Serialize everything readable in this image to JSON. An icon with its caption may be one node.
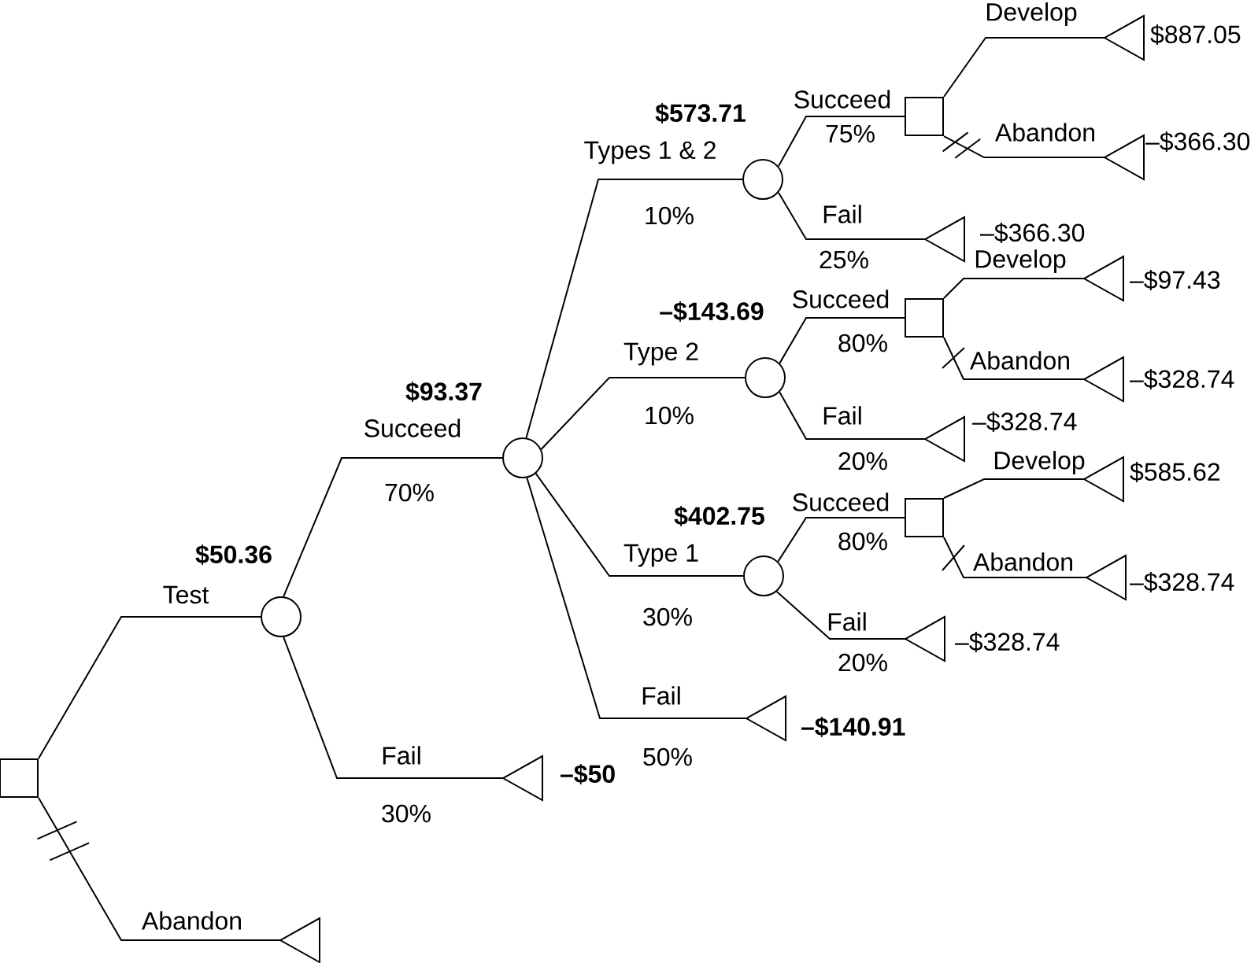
{
  "diagram": {
    "nodes": [
      {
        "text": [],
        "shape": "box"
      },
      {
        "text": [],
        "shape": "circle",
        "beside": [
          "$50.36"
        ]
      },
      {
        "text": [],
        "shape": "triangle"
      },
      {
        "text": [],
        "shape": "circle",
        "beside": [
          "$93.37"
        ]
      },
      {
        "text": [],
        "shape": "triangle",
        "beside": [
          "–$50"
        ]
      },
      {
        "text": [],
        "shape": "circle",
        "beside": [
          "$573.71"
        ]
      },
      {
        "text": [],
        "shape": "circle",
        "beside": [
          "–$143.69"
        ]
      },
      {
        "text": [],
        "shape": "circle",
        "beside": [
          "$402.75"
        ]
      },
      {
        "text": [],
        "shape": "triangle",
        "beside": [
          "–$140.91"
        ]
      },
      {
        "text": [],
        "shape": "box"
      },
      {
        "text": [],
        "shape": "triangle",
        "beside": [
          "–$366.30"
        ]
      },
      {
        "text": [],
        "shape": "box"
      },
      {
        "text": [],
        "shape": "triangle",
        "beside": [
          "–$328.74"
        ]
      },
      {
        "text": [],
        "shape": "box"
      },
      {
        "text": [],
        "shape": "triangle",
        "beside": [
          "–$328.74"
        ]
      },
      {
        "text": [],
        "shape": "triangle",
        "beside": [
          "$887.05"
        ]
      },
      {
        "text": [],
        "shape": "triangle",
        "beside": [
          "–$366.30"
        ]
      },
      {
        "text": [],
        "shape": "triangle",
        "beside": [
          "–$97.43"
        ]
      },
      {
        "text": [],
        "shape": "triangle",
        "beside": [
          "–$328.74"
        ]
      },
      {
        "text": [],
        "shape": "triangle",
        "beside": [
          "$585.62"
        ]
      },
      {
        "text": [],
        "shape": "triangle",
        "beside": [
          "–$328.74"
        ]
      }
    ],
    "edges": [
      {
        "from": 0,
        "to": 1,
        "arrow": "none",
        "label": "Test"
      },
      {
        "from": 0,
        "to": 2,
        "arrow": "none",
        "label": "Abandon"
      },
      {
        "from": 1,
        "to": 3,
        "arrow": "none",
        "label": "Succeed"
      },
      {
        "from": 1,
        "to": 4,
        "arrow": "none",
        "label": "Fail"
      },
      {
        "from": 3,
        "to": 5,
        "arrow": "none",
        "label": "Types 1 & 2"
      },
      {
        "from": 3,
        "to": 6,
        "arrow": "none",
        "label": "Type 2"
      },
      {
        "from": 3,
        "to": 7,
        "arrow": "none",
        "label": "Type 1"
      },
      {
        "from": 3,
        "to": 8,
        "arrow": "none",
        "label": "Fail"
      },
      {
        "from": 5,
        "to": 9,
        "arrow": "none",
        "label": "Succeed"
      },
      {
        "from": 5,
        "to": 10,
        "arrow": "none",
        "label": "Fail"
      },
      {
        "from": 6,
        "to": 11,
        "arrow": "none",
        "label": "Succeed"
      },
      {
        "from": 6,
        "to": 12,
        "arrow": "none",
        "label": "Fail"
      },
      {
        "from": 7,
        "to": 13,
        "arrow": "none",
        "label": "Succeed"
      },
      {
        "from": 7,
        "to": 14,
        "arrow": "none",
        "label": "Fail"
      },
      {
        "from": 9,
        "to": 15,
        "arrow": "none",
        "label": "Develop"
      },
      {
        "from": 9,
        "to": 16,
        "arrow": "none",
        "label": "Abandon"
      },
      {
        "from": 11,
        "to": 17,
        "arrow": "none",
        "label": "Develop"
      },
      {
        "from": 11,
        "to": 18,
        "arrow": "none",
        "label": "Abandon"
      },
      {
        "from": 13,
        "to": 19,
        "arrow": "none",
        "label": "Develop"
      },
      {
        "from": 13,
        "to": 20,
        "arrow": "none",
        "label": "Abandon"
      }
    ],
    "labels": [
      "70%",
      "30%",
      "10%",
      "10%",
      "30%",
      "50%",
      "75%",
      "25%",
      "80%",
      "20%",
      "80%",
      "20%"
    ]
  }
}
